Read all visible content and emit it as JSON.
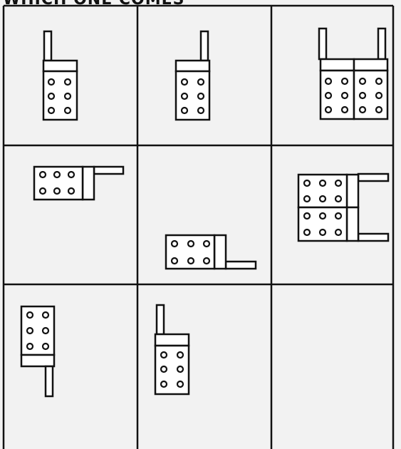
{
  "heading": "WHICH ONE COMES",
  "colors": {
    "ink": "#111111",
    "paper": "#f2f2f2",
    "box_fill": "#ffffff"
  },
  "grid": {
    "rows": 3,
    "columns": 3
  },
  "cells": [
    {
      "content": "figure",
      "pieces": [
        "stick-up"
      ]
    },
    {
      "content": "figure",
      "pieces": [
        "stick-up"
      ]
    },
    {
      "content": "figure",
      "pieces": [
        "stick-up",
        "stick-up"
      ]
    },
    {
      "content": "figure",
      "pieces": [
        "stick-right"
      ]
    },
    {
      "content": "figure",
      "pieces": [
        "stick-right"
      ]
    },
    {
      "content": "figure",
      "pieces": [
        "stick-right",
        "stick-right"
      ]
    },
    {
      "content": "figure",
      "pieces": [
        "stick-down"
      ]
    },
    {
      "content": "figure",
      "pieces": [
        "stick-up"
      ]
    },
    {
      "content": "empty",
      "pieces": []
    }
  ]
}
